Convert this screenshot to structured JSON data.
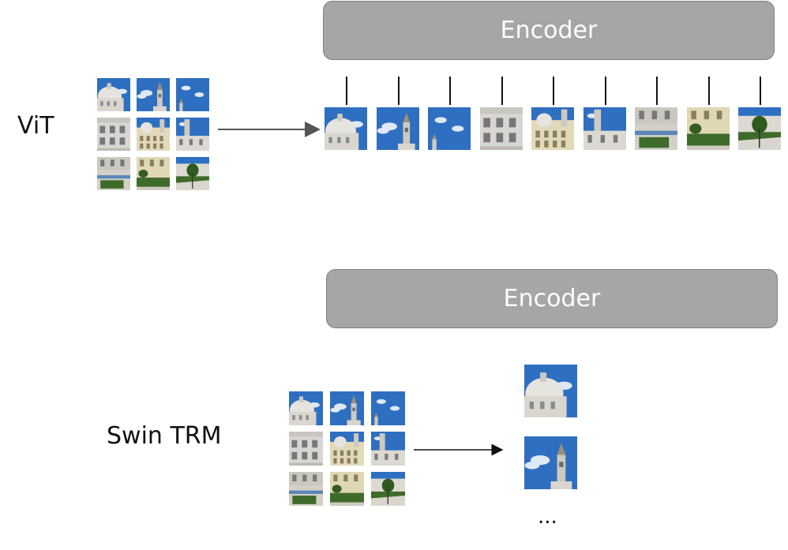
{
  "vit": {
    "label": "ViT",
    "encoder_label": "Encoder"
  },
  "swin": {
    "label": "Swin TRM",
    "encoder_label": "Encoder",
    "ellipsis": "..."
  },
  "colors": {
    "encoder_fill": "#a6a6a6",
    "encoder_border": "#7f7f7f",
    "sky": "#2f6fc1",
    "building": "#e6e4df",
    "grass": "#3f6b2a"
  },
  "patch_kinds": [
    "dome",
    "tower",
    "sky-tower",
    "facade",
    "center",
    "tower-right",
    "ground-left",
    "ground-mid",
    "ground-right"
  ]
}
